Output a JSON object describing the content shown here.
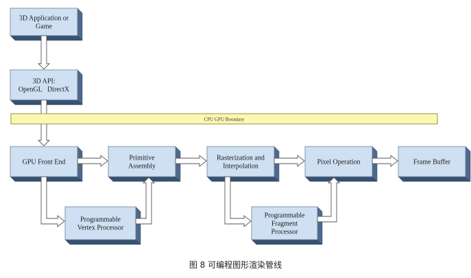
{
  "diagram": {
    "nodes": [
      {
        "id": "app",
        "lines": [
          "3D Application or",
          "Game"
        ]
      },
      {
        "id": "api",
        "lines": [
          "3D API:",
          "OpenGL   DirectX"
        ]
      },
      {
        "id": "fe",
        "lines": [
          "GPU Front End"
        ]
      },
      {
        "id": "pa",
        "lines": [
          "Primitive",
          "Assembly"
        ]
      },
      {
        "id": "ri",
        "lines": [
          "Rasterization and",
          "Interpolation"
        ]
      },
      {
        "id": "po",
        "lines": [
          "Pixel Operation"
        ]
      },
      {
        "id": "fb",
        "lines": [
          "Frame Buffer"
        ]
      },
      {
        "id": "vp",
        "lines": [
          "Programmable",
          "Vertex Processor"
        ]
      },
      {
        "id": "fp",
        "lines": [
          "Programmable",
          "Fragment",
          "Processor"
        ]
      }
    ],
    "boundary_label": "CPU GPU Boundary",
    "edges": [
      [
        "app",
        "api"
      ],
      [
        "api",
        "fe"
      ],
      [
        "fe",
        "pa"
      ],
      [
        "pa",
        "ri"
      ],
      [
        "ri",
        "po"
      ],
      [
        "po",
        "fb"
      ],
      [
        "fe",
        "vp"
      ],
      [
        "vp",
        "pa"
      ],
      [
        "ri",
        "fp"
      ],
      [
        "fp",
        "po"
      ]
    ]
  },
  "caption": "图 8  可编程图形渲染管线"
}
